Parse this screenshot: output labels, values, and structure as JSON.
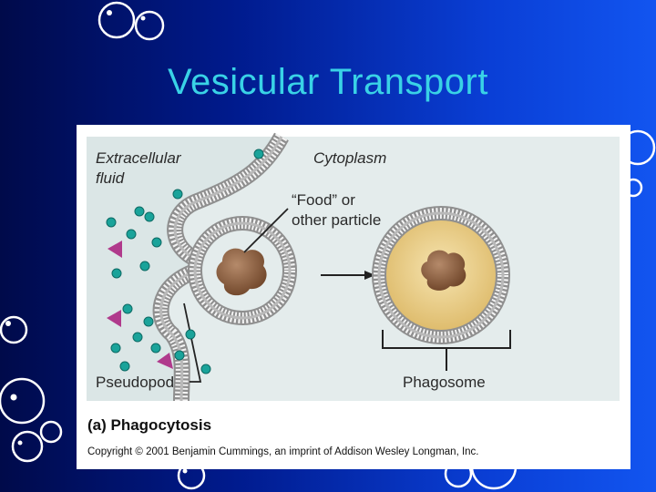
{
  "slide": {
    "title": "Vesicular Transport"
  },
  "figure": {
    "labels": {
      "extracellular_line1": "Extracellular",
      "extracellular_line2": "fluid",
      "cytoplasm": "Cytoplasm",
      "food_line1": "“Food” or",
      "food_line2": "other particle",
      "pseudopod": "Pseudopod",
      "phagosome": "Phagosome"
    },
    "caption": "(a) Phagocytosis",
    "copyright": "Copyright © 2001 Benjamin Cummings, an imprint of Addison Wesley Longman, Inc."
  },
  "colors": {
    "background_dark": "#000a4a",
    "background_light": "#1255f0",
    "title": "#39d2e6",
    "panel": "#dbe6e6",
    "membrane": "#9a9a9a",
    "particle": "#8a5a3c",
    "phagosome_fill": "#e8c878",
    "dots": "#1aa39a",
    "triangles": "#b03a8c"
  }
}
